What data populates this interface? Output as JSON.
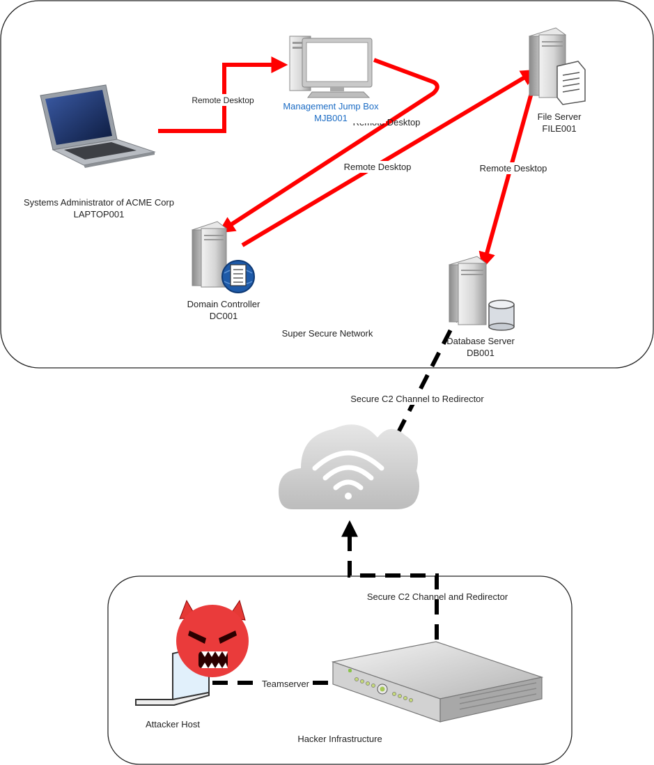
{
  "networks": {
    "secure": {
      "label": "Super Secure Network"
    },
    "hacker": {
      "label": "Hacker Infrastructure"
    }
  },
  "nodes": {
    "laptop": {
      "name": "Systems Administrator of ACME Corp",
      "id": "LAPTOP001",
      "icon": "laptop-icon"
    },
    "jumpbox": {
      "name": "Management Jump Box",
      "id": "MJB001",
      "icon": "desktop-computer-icon"
    },
    "fileserver": {
      "name": "File Server",
      "id": "FILE001",
      "icon": "file-server-icon"
    },
    "dc": {
      "name": "Domain Controller",
      "id": "DC001",
      "icon": "domain-controller-icon"
    },
    "dbserver": {
      "name": "Database Server",
      "id": "DB001",
      "icon": "database-server-icon"
    },
    "cloud": {
      "icon": "wifi-cloud-icon"
    },
    "attacker": {
      "name": "Attacker Host",
      "icon": "devil-laptop-icon"
    },
    "teamserver": {
      "icon": "rack-server-icon"
    }
  },
  "connections": {
    "rd_laptop_jump": "Remote Desktop",
    "rd_jump_dc": "Remote Desktop",
    "rd_dc_file": "Remote Desktop",
    "rd_file_db": "Remote Desktop",
    "c2_db_cloud": "Secure C2 Channel to Redirector",
    "c2_server_cloud": "Secure C2 Channel and Redirector",
    "teamserver_link": "Teamserver"
  },
  "colors": {
    "remote_desktop": "#ff0000",
    "c2_channel": "#000000",
    "jumpbox_label": "#1a6bc4"
  }
}
